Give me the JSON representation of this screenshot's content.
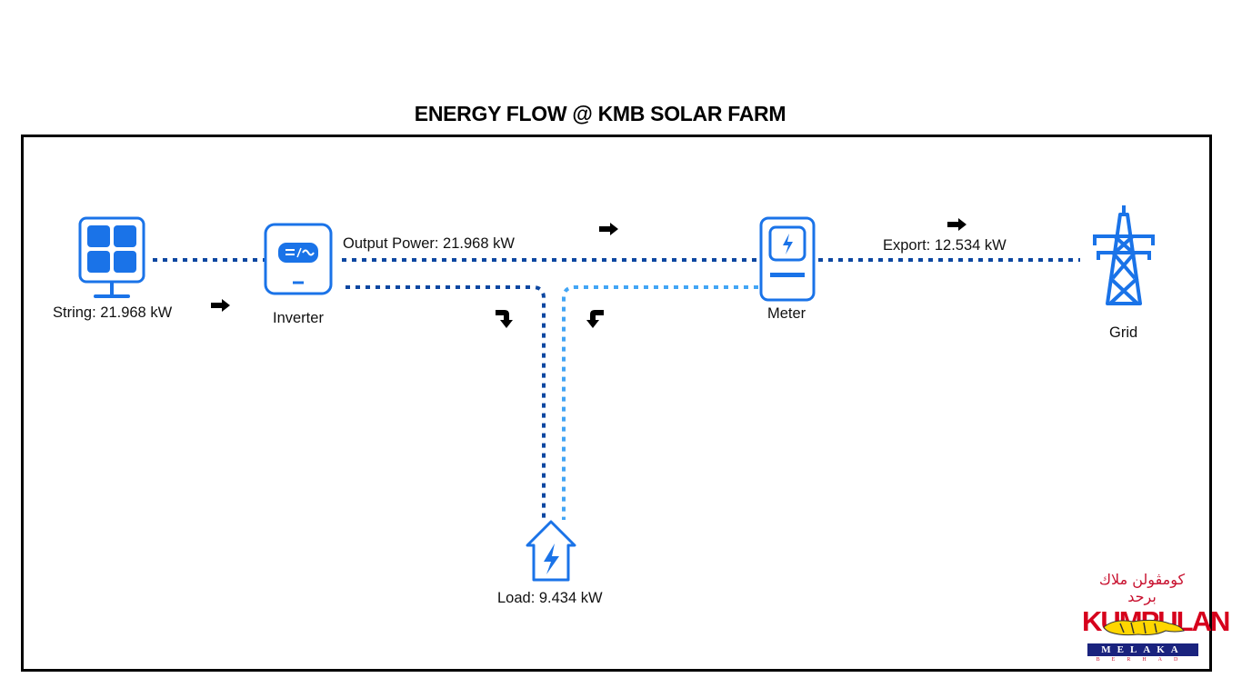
{
  "title": "ENERGY FLOW @ KMB SOLAR FARM",
  "labels": {
    "string": "String: 21.968 kW",
    "inverter": "Inverter",
    "output_power": "Output Power: 21.968 kW",
    "meter": "Meter",
    "export": "Export: 12.534 kW",
    "grid": "Grid",
    "load": "Load: 9.434 kW"
  },
  "logo": {
    "arabic_text": "كومڤولن ملاك برحد",
    "brand": "KUMPULAN",
    "sub": "MELAKA",
    "sub2": "BERHAD"
  },
  "colors": {
    "icon_blue": "#1a73e8",
    "line_dark": "#0d47a1",
    "line_light": "#42a5f5",
    "arrow": "#000000"
  },
  "icons": {
    "solar": "solar-panel-icon",
    "inverter": "inverter-icon",
    "meter": "meter-icon",
    "grid": "transmission-tower-icon",
    "load": "house-lightning-icon"
  }
}
